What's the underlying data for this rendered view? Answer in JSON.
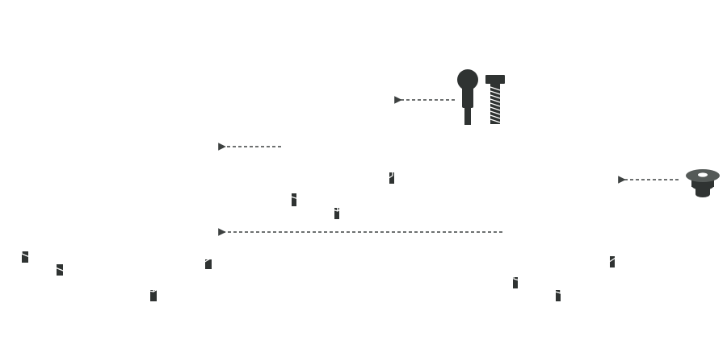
{
  "colors": {
    "background": "#ffffff",
    "main_machine_front": "#3d4140",
    "main_machine_side": "#2f3332",
    "main_machine_top": "#4a4f4d",
    "unit_upper_front": "#8a8a8a",
    "unit_upper_side": "#7a7a7a",
    "unit_lower_front": "#6e6e6e",
    "unit_lower_side": "#5e5e5e",
    "part_dark": "#2f3332",
    "part_light": "#555a58",
    "edge_lines": "#ffffff",
    "flow_arrows": "#3d4140"
  },
  "components": [
    {
      "id": "main-machine",
      "kind": "enclosed-machine-with-curved-hood-and-side-shelf"
    },
    {
      "id": "upper-cabinet-unit",
      "kind": "cabinet-module"
    },
    {
      "id": "lower-cabinet-unit",
      "kind": "cabinet-module"
    },
    {
      "id": "ball-stud-part",
      "kind": "ball-head-pin"
    },
    {
      "id": "bolt-part",
      "kind": "hex-bolt"
    },
    {
      "id": "flanged-bushing-part",
      "kind": "flanged-bushing"
    }
  ],
  "flows": [
    {
      "from": "ball-stud-part",
      "to": "upper-cabinet-unit"
    },
    {
      "from": "flanged-bushing-part",
      "to": "lower-cabinet-unit"
    },
    {
      "from": "upper-cabinet-unit",
      "to": "main-machine"
    },
    {
      "from": "lower-cabinet-unit",
      "to": "main-machine"
    }
  ]
}
